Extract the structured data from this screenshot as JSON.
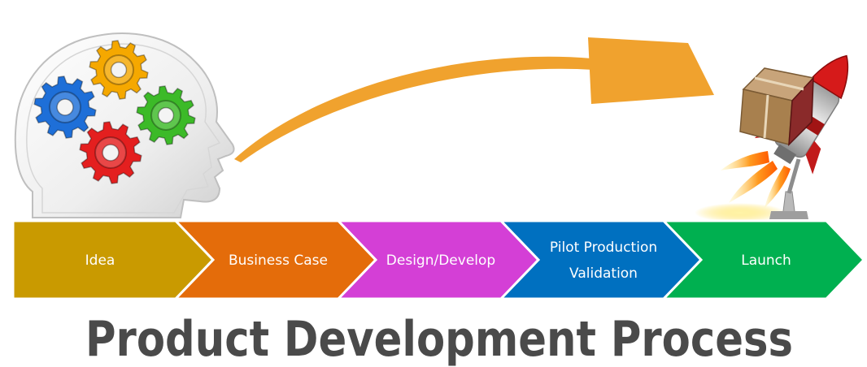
{
  "title": "Product Development Process",
  "steps": [
    {
      "lines": [
        "Idea"
      ],
      "color": "#c99a00"
    },
    {
      "lines": [
        "Business Case"
      ],
      "color": "#e46c0a"
    },
    {
      "lines": [
        "Design/Develop"
      ],
      "color": "#d43fd6"
    },
    {
      "lines": [
        "Pilot Production",
        "Validation"
      ],
      "color": "#0070c0"
    },
    {
      "lines": [
        "Launch"
      ],
      "color": "#00b050"
    }
  ],
  "colors": {
    "arrow": "#f0a22e",
    "title": "#4a4a4a",
    "gear_orange": "#f5a800",
    "gear_blue": "#1e6fd8",
    "gear_green": "#3cba28",
    "gear_red": "#e41f1f"
  },
  "illustrations": {
    "left": "head-with-gears-icon",
    "right": "rocket-launch-icon"
  }
}
